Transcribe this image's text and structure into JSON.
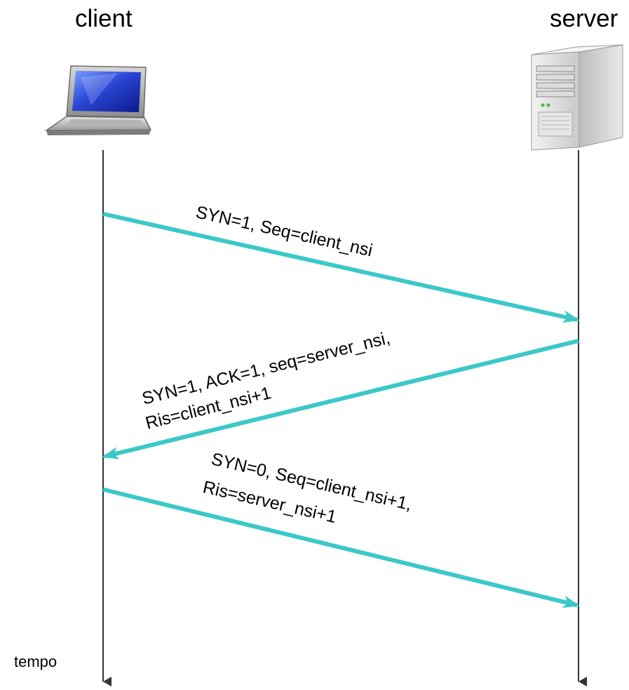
{
  "actors": {
    "client": {
      "label": "client",
      "icon": "laptop-icon"
    },
    "server": {
      "label": "server",
      "icon": "server-tower-icon"
    }
  },
  "time_label": "tempo",
  "messages": [
    {
      "direction": "client-to-server",
      "lines": [
        "SYN=1, Seq=client_nsi"
      ]
    },
    {
      "direction": "server-to-client",
      "lines": [
        "SYN=1, ACK=1, seq=server_nsi,",
        "Ris=client_nsi+1"
      ]
    },
    {
      "direction": "client-to-server",
      "lines": [
        "SYN=0, Seq=client_nsi+1,",
        "Ris=server_nsi+1"
      ]
    }
  ],
  "colors": {
    "arrow": "#3cc8c8",
    "lifeline": "#333333",
    "text": "#000000"
  }
}
